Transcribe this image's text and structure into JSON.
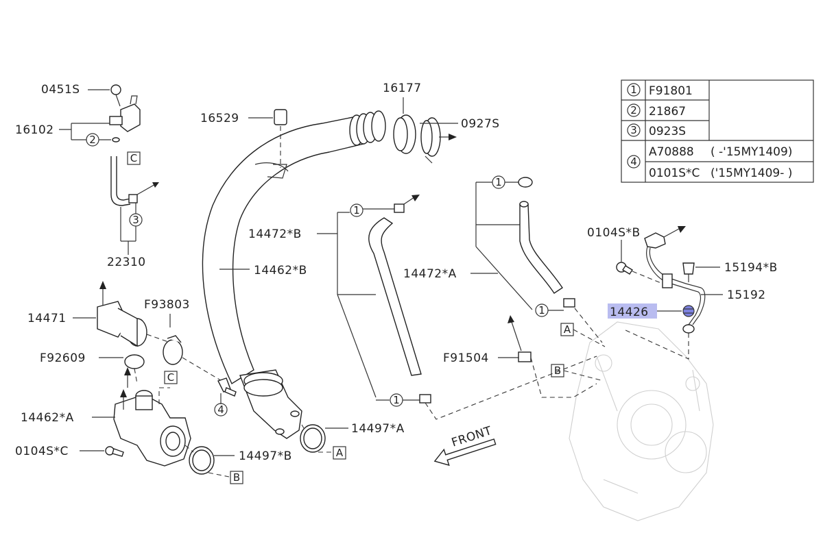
{
  "legend": {
    "rows": [
      {
        "num": "1",
        "code": "F91801",
        "note": ""
      },
      {
        "num": "2",
        "code": "21867",
        "note": ""
      },
      {
        "num": "3",
        "code": "0923S",
        "note": ""
      },
      {
        "num": "4",
        "code": "A70888",
        "note": "( -'15MY1409)"
      },
      {
        "num": "",
        "code": "0101S*C",
        "note": "('15MY1409- )"
      }
    ]
  },
  "labels": {
    "p0451S": "0451S",
    "p16102": "16102",
    "p22310": "22310",
    "p14471": "14471",
    "pF92609": "F92609",
    "p14462A": "14462*A",
    "p0104SC": "0104S*C",
    "pF93803": "F93803",
    "p16529": "16529",
    "p16177": "16177",
    "p0927S": "0927S",
    "p14472B": "14472*B",
    "p14462B": "14462*B",
    "p14497A": "14497*A",
    "p14497B": "14497*B",
    "p14472A": "14472*A",
    "pF91504": "F91504",
    "p0104SB": "0104S*B",
    "p15194B": "15194*B",
    "p15192": "15192",
    "p14426": "14426",
    "front": "FRONT",
    "refA": "A",
    "refB": "B",
    "refC": "C",
    "c1": "1",
    "c2": "2",
    "c3": "3",
    "c4": "4"
  },
  "colors": {
    "highlight": "#b9bcf0",
    "line": "#333333",
    "faint": "#cfcfcf"
  }
}
